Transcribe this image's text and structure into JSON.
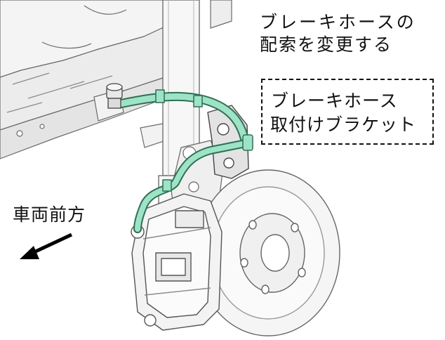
{
  "annotations": {
    "title_line1": "ブレーキホースの",
    "title_line2": "配索を変更する",
    "callout_line1": "ブレーキホース",
    "callout_line2": "取付けブラケット",
    "direction_label": "車両前方"
  },
  "colors": {
    "hose": "#9ee3c6",
    "hose_outline": "#2f6f57",
    "line_art": "#555555",
    "arrow": "#000000"
  }
}
